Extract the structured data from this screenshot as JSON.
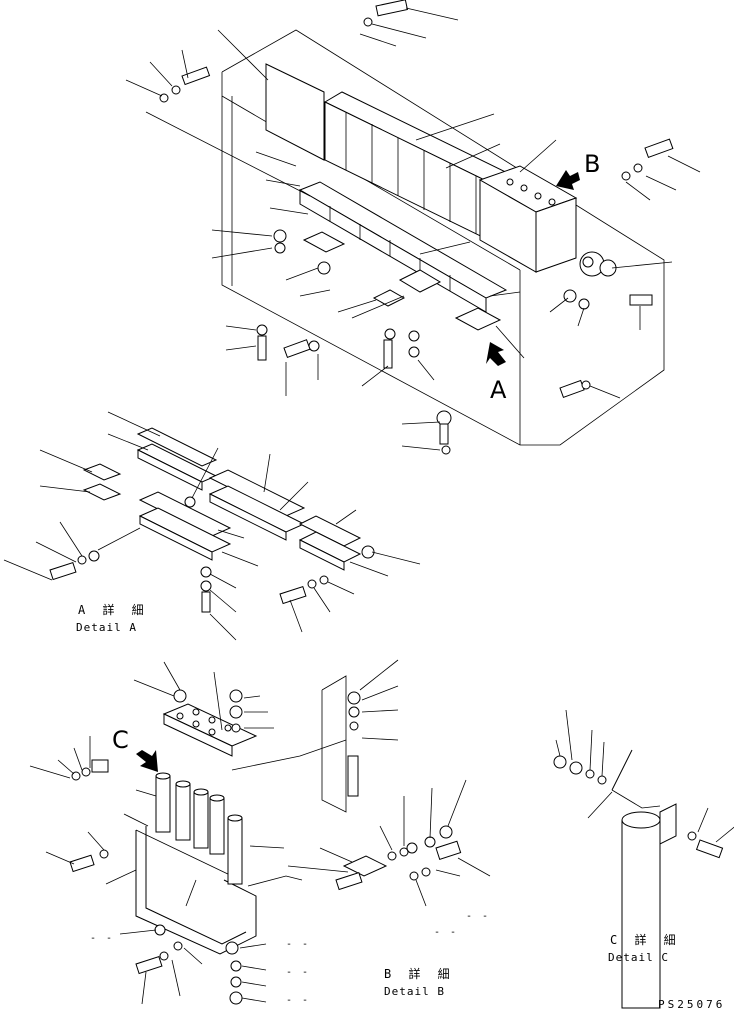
{
  "view_labels": {
    "a": "A",
    "b": "B",
    "c": "C"
  },
  "details": {
    "a": {
      "title_jp": "A 詳 細",
      "title_en": "Detail A"
    },
    "b": {
      "title_jp": "B 詳 細",
      "title_en": "Detail B"
    },
    "c": {
      "title_jp": "C 詳 細",
      "title_en": "Detail C"
    }
  },
  "blank_markers": [
    "- -",
    "- -",
    "- -",
    "- -",
    "- -",
    "- -"
  ],
  "drawing_code": "PS25076",
  "icons": {
    "arrow_a": "view-arrow-icon",
    "arrow_b": "view-arrow-icon",
    "arrow_c": "view-arrow-icon"
  },
  "colors": {
    "ink": "#000000",
    "paper": "#ffffff"
  }
}
